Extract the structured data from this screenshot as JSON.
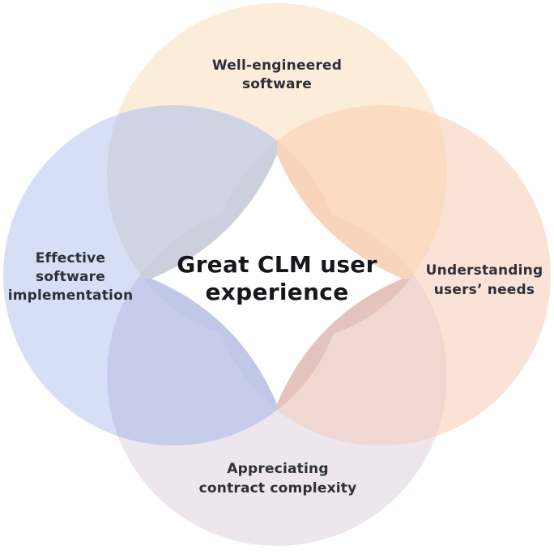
{
  "diagram": {
    "title_center": {
      "line1": "Great CLM user",
      "line2": "experience"
    },
    "circles": {
      "top": {
        "label_line1": "Well-engineered",
        "label_line2": "software",
        "color": "#FCEDDB"
      },
      "right": {
        "label_line1": "Understanding",
        "label_line2": "users’ needs",
        "color": "#FAE3D6"
      },
      "bottom": {
        "label_line1": "Appreciating",
        "label_line2": "contract complexity",
        "color": "#EDE6ED"
      },
      "left": {
        "label_line1": "Effective",
        "label_line2": "software",
        "label_line3": "implementation",
        "color": "#D6DFF5"
      }
    },
    "overlap_colors": {
      "top_left": "#CED4E3",
      "top_right": "#FBDCC2",
      "bottom_left": "#C6CCEA",
      "bottom_right": "#F1D7D2",
      "triple_nw": "#CBD0DD",
      "triple_ne": "#F8D4BD",
      "triple_sw": "#C1C7E6",
      "triple_se": "#E4C2BE"
    },
    "center_shape_color": "#FFFFFF",
    "background_color": "#FFFFFF",
    "label_text_color": "#2D2F3A",
    "center_text_color": "#17171B"
  }
}
